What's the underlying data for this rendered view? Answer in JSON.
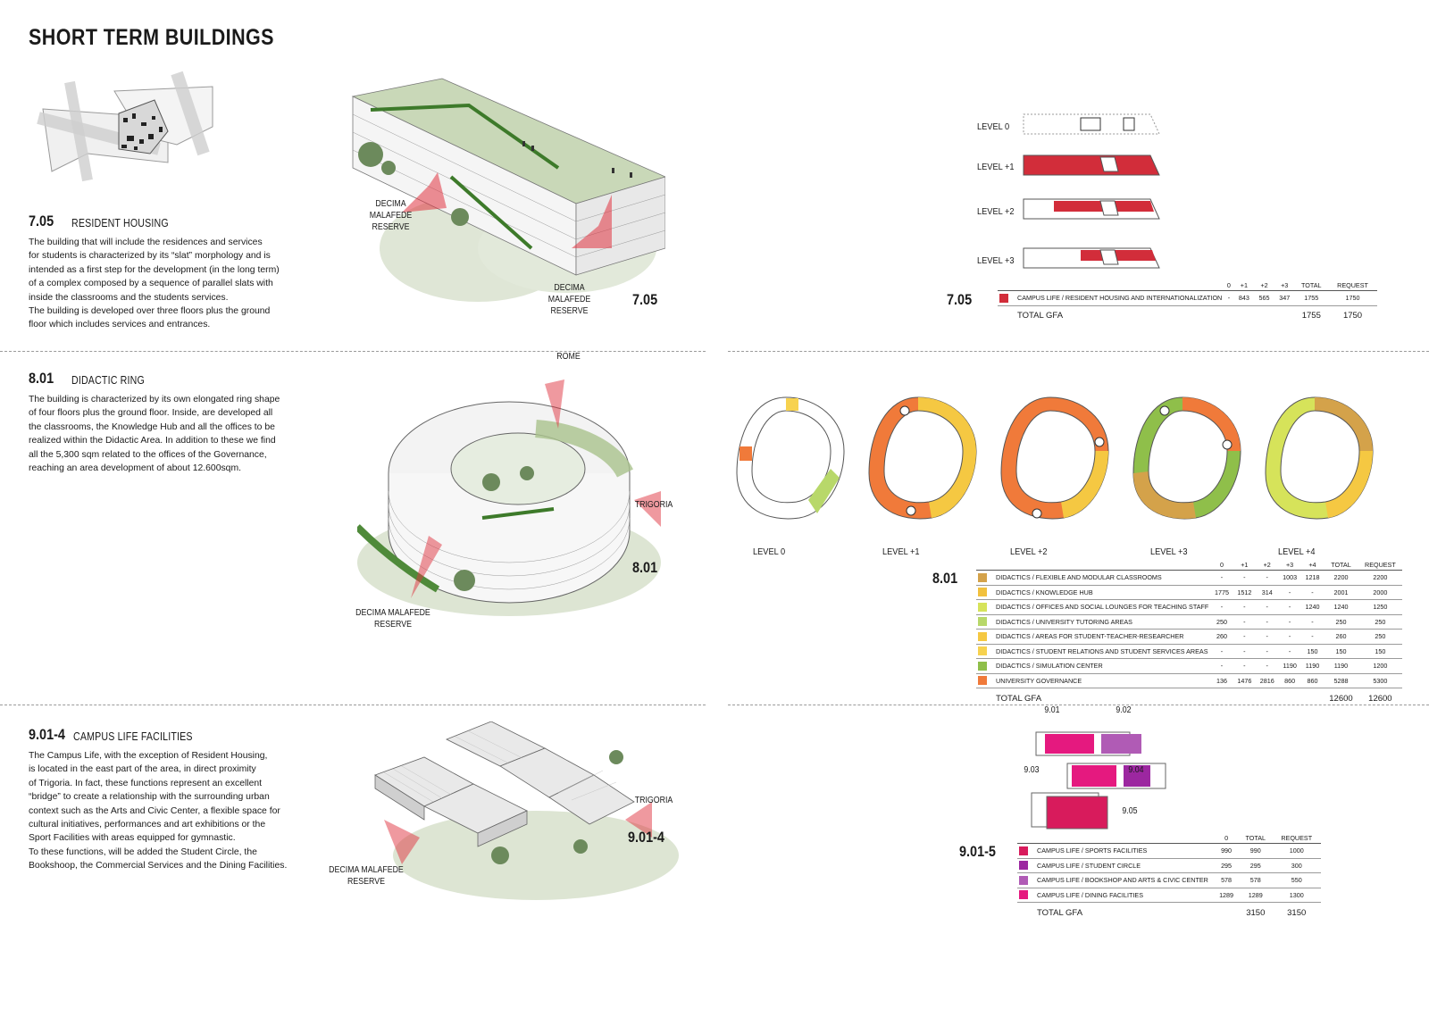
{
  "page_title": "SHORT TERM BUILDINGS",
  "sections": {
    "s705": {
      "code": "7.05",
      "title": "RESIDENT HOUSING",
      "description": "The building that will include the residences and services\nfor students is characterized by its “slat” morphology and is\nintended as a first step for the development (in the long term)\nof a complex composed by a sequence of parallel slats with\ninside the classrooms and the students services.\nThe building is developed over three floors plus the ground\nfloor which includes services and entrances.",
      "axo_labels": [
        "DECIMA MALAFEDE\nRESERVE",
        "DECIMA MALAFEDE\nRESERVE"
      ],
      "axo_code": "7.05",
      "levels": [
        "LEVEL 0",
        "LEVEL +1",
        "LEVEL +2",
        "LEVEL +3"
      ],
      "table_code": "7.05",
      "columns": [
        "0",
        "+1",
        "+2",
        "+3",
        "TOTAL",
        "REQUEST"
      ],
      "rows": [
        {
          "name": "CAMPUS LIFE / RESIDENT HOUSING AND INTERNATIONALIZATION",
          "color": "#d22d3a",
          "values": [
            "-",
            "843",
            "565",
            "347",
            "1755",
            "1750"
          ]
        }
      ],
      "total_label": "TOTAL GFA",
      "total_values": [
        "1755",
        "1750"
      ]
    },
    "s801": {
      "code": "8.01",
      "title": "DIDACTIC RING",
      "description": "The building is characterized by its own elongated ring shape\nof four floors plus the ground floor. Inside, are developed all\nthe classrooms, the Knowledge Hub and all the offices to be\nrealized within the Didactic Area. In addition to these we find\nall the 5,300 sqm related to the offices of the Governance,\nreaching an area development of about 12.600sqm.",
      "axo_labels": [
        "ROME",
        "TRIGORIA",
        "DECIMA MALAFEDE\nRESERVE"
      ],
      "axo_code": "8.01",
      "levels": [
        "LEVEL 0",
        "LEVEL +1",
        "LEVEL +2",
        "LEVEL +3",
        "LEVEL +4"
      ],
      "table_code": "8.01",
      "columns": [
        "0",
        "+1",
        "+2",
        "+3",
        "+4",
        "TOTAL",
        "REQUEST"
      ],
      "rows": [
        {
          "name": "DIDACTICS / FLEXIBLE AND MODULAR CLASSROOMS",
          "color": "#d4a24a",
          "values": [
            "-",
            "-",
            "-",
            "1003",
            "1218",
            "2200",
            "2200"
          ]
        },
        {
          "name": "DIDACTICS / KNOWLEDGE HUB",
          "color": "#f2c13d",
          "values": [
            "1775",
            "1512",
            "314",
            "-",
            "-",
            "2001",
            "2000"
          ]
        },
        {
          "name": "DIDACTICS / OFFICES AND SOCIAL LOUNGES FOR TEACHING STAFF",
          "color": "#d6e35a",
          "values": [
            "-",
            "-",
            "-",
            "-",
            "1240",
            "1240",
            "1250"
          ]
        },
        {
          "name": "DIDACTICS / UNIVERSITY TUTORING AREAS",
          "color": "#b8d86a",
          "values": [
            "250",
            "-",
            "-",
            "-",
            "-",
            "250",
            "250"
          ]
        },
        {
          "name": "DIDACTICS / AREAS FOR STUDENT-TEACHER-RESEARCHER",
          "color": "#f5c842",
          "values": [
            "260",
            "-",
            "-",
            "-",
            "-",
            "260",
            "250"
          ]
        },
        {
          "name": "DIDACTICS / STUDENT RELATIONS AND STUDENT SERVICES AREAS",
          "color": "#f7d24f",
          "values": [
            "-",
            "-",
            "-",
            "-",
            "150",
            "150",
            "150"
          ]
        },
        {
          "name": "DIDACTICS / SIMULATION CENTER",
          "color": "#8fbf4a",
          "values": [
            "-",
            "-",
            "-",
            "1190",
            "1190",
            "1190",
            "1200"
          ]
        },
        {
          "name": "UNIVERSITY GOVERNANCE",
          "color": "#f07a3a",
          "values": [
            "136",
            "1476",
            "2816",
            "860",
            "860",
            "5288",
            "5300"
          ]
        }
      ],
      "total_label": "TOTAL GFA",
      "total_values": [
        "12600",
        "12600"
      ]
    },
    "s901": {
      "code": "9.01-4",
      "title": "CAMPUS LIFE FACILITIES",
      "description": "The Campus Life, with the exception of Resident Housing,\nis located in the east part of the area, in direct proximity\nof Trigoria. In fact, these functions represent an excellent\n“bridge” to create a relationship with the surrounding urban\ncontext such as the Arts and Civic Center, a flexible space for\ncultural initiatives, performances and art exhibitions or the\nSport Facilities with areas equipped for gymnastic.\nTo these functions, will be added the Student Circle, the\nBookshoop, the Commercial Services and the Dining Facilities.",
      "axo_labels": [
        "TRIGORIA",
        "DECIMA MALAFEDE\nRESERVE"
      ],
      "axo_code": "9.01-4",
      "plan_labels": [
        "9.01",
        "9.02",
        "9.03",
        "9.04",
        "9.05"
      ],
      "table_code": "9.01-5",
      "columns": [
        "0",
        "TOTAL",
        "REQUEST"
      ],
      "rows": [
        {
          "name": "CAMPUS LIFE / SPORTS FACILITIES",
          "color": "#d81b5c",
          "values": [
            "990",
            "990",
            "1000"
          ]
        },
        {
          "name": "CAMPUS LIFE / STUDENT CIRCLE",
          "color": "#9c27a0",
          "values": [
            "295",
            "295",
            "300"
          ]
        },
        {
          "name": "CAMPUS LIFE / BOOKSHOP AND ARTS & CIVIC CENTER",
          "color": "#b05bb5",
          "values": [
            "578",
            "578",
            "550"
          ]
        },
        {
          "name": "CAMPUS LIFE / DINING FACILITIES",
          "color": "#e5197f",
          "values": [
            "1289",
            "1289",
            "1300"
          ]
        }
      ],
      "total_label": "TOTAL GFA",
      "total_values": [
        "3150",
        "3150"
      ]
    }
  }
}
